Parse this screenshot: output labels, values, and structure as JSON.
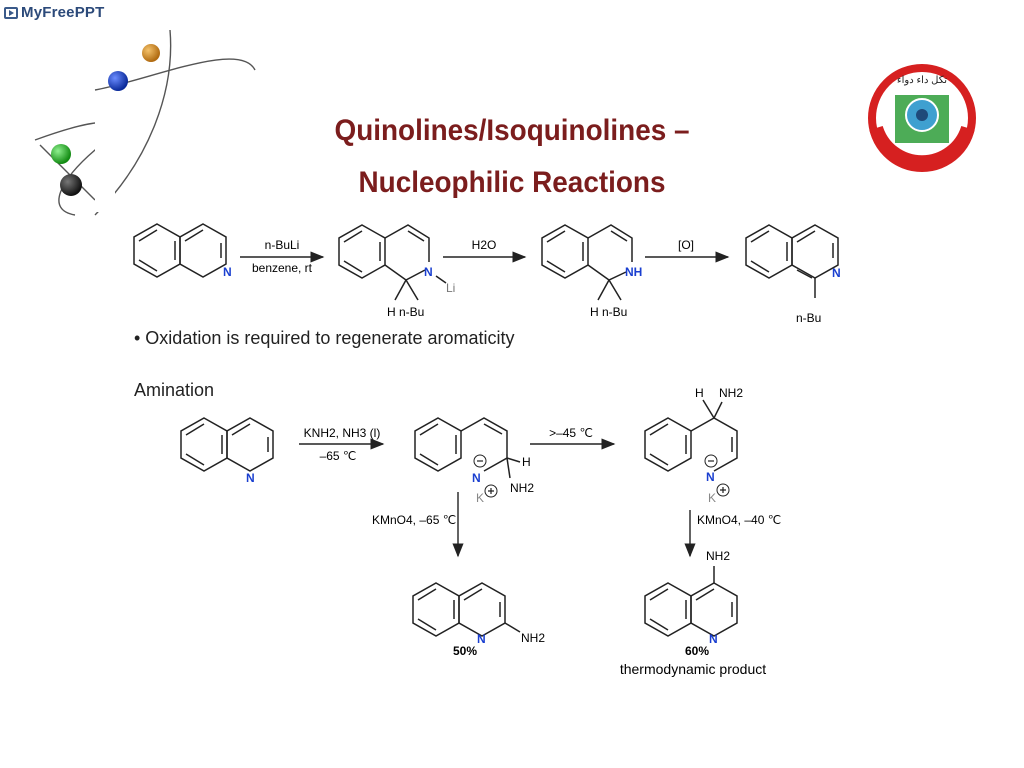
{
  "brand": {
    "text": "MyFreePPT",
    "icon": "play-icon"
  },
  "title": {
    "line1": "Quinolines/Isoquinolines –",
    "line2": "Nucleophilic Reactions"
  },
  "bullet": "• Oxidation is required to regenerate aromaticity",
  "section": "Amination",
  "logo": {
    "text": "تكل داء دواء"
  },
  "colors": {
    "title": "#7b1d1d",
    "logo_red": "#d62020",
    "logo_green": "#2e9e3a",
    "text": "#222222"
  },
  "scheme1": {
    "reagent1_top": "n-BuLi",
    "reagent1_bottom": "benzene, rt",
    "reagent2": "H2O",
    "reagent3": "[O]",
    "n1": "N",
    "n2": "N",
    "li": "Li",
    "nh": "NH",
    "n4": "N",
    "sub2": "H n-Bu",
    "sub3": "H n-Bu",
    "sub4": "n-Bu"
  },
  "scheme2": {
    "reagent1_top": "KNH2, NH3 (l)",
    "reagent1_bottom": "–65 ℃",
    "reagent2": ">–45 ℃",
    "reagent3": "KMnO4, –65 ℃",
    "reagent4": "KMnO4, –40 ℃",
    "k1": "K",
    "k2": "K",
    "h1": "H",
    "nh2_1": "NH2",
    "h2": "H",
    "nh2_2": "NH2",
    "nh2_3": "NH2",
    "nh2_4": "NH2",
    "yield1": "50%",
    "yield2": "60%",
    "product2_label": "thermodynamic product"
  }
}
